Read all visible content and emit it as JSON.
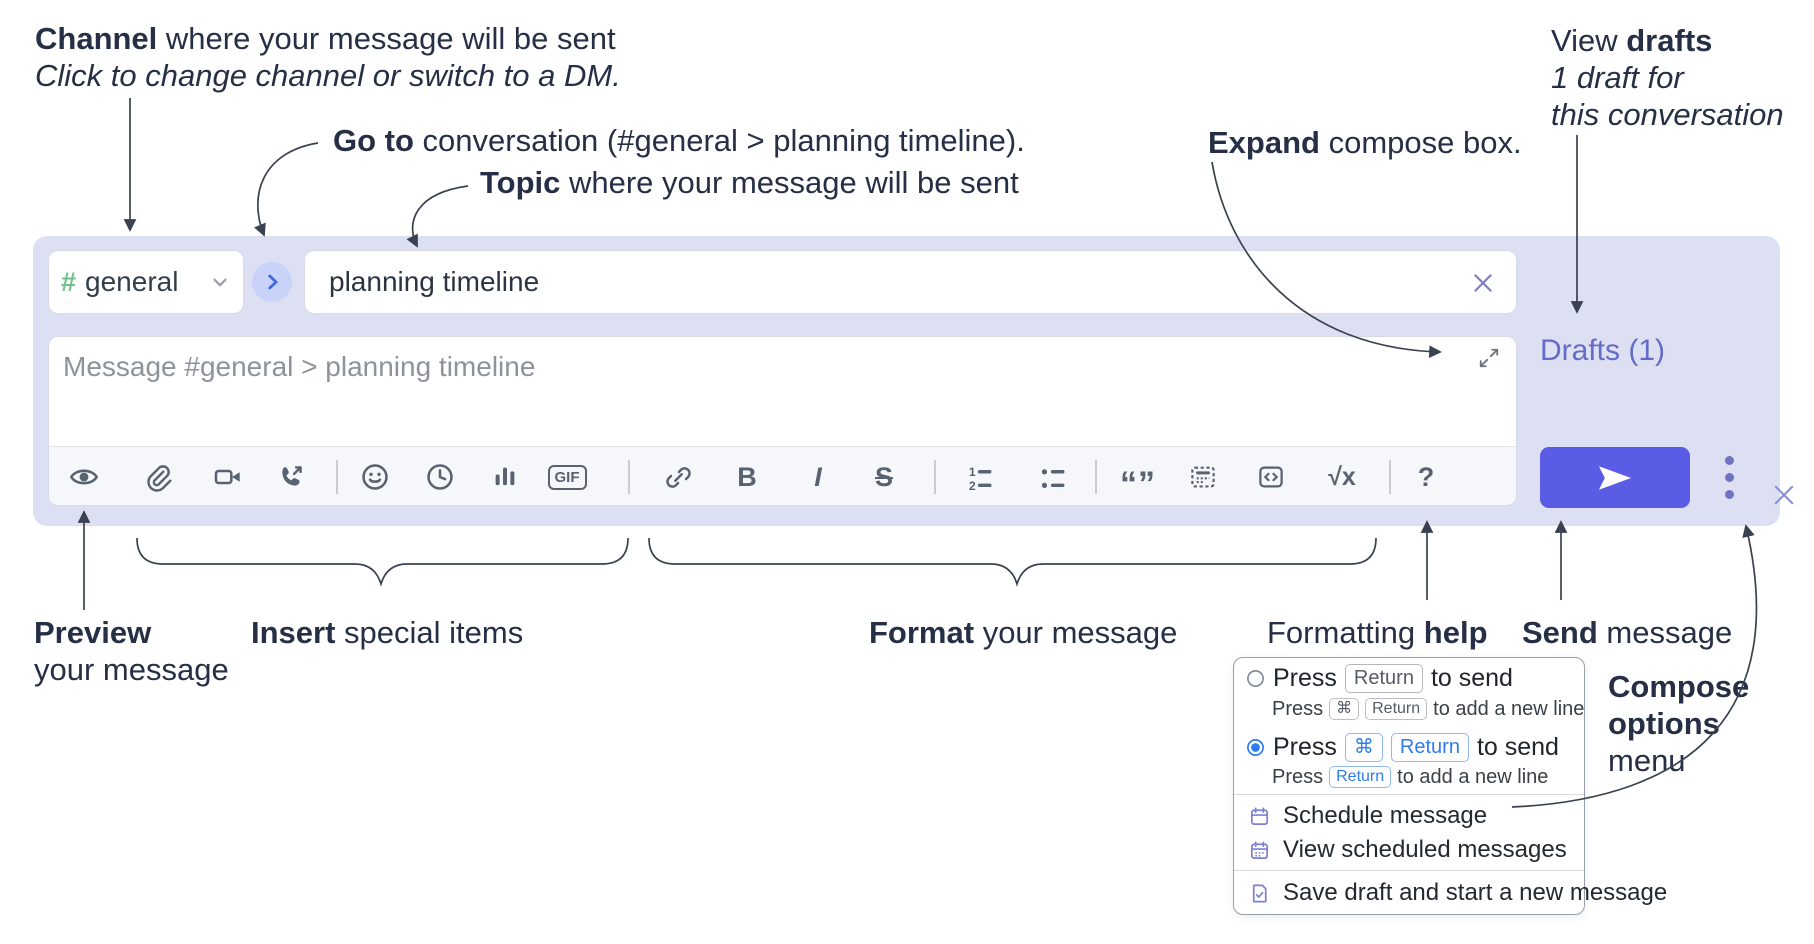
{
  "annotations": {
    "channel": {
      "bold": "Channel",
      "rest": " where your message will be sent",
      "subtitle": "Click to change channel or switch to a DM."
    },
    "go_to": {
      "bold": "Go to",
      "rest": " conversation (#general > planning timeline)."
    },
    "topic": {
      "bold": "Topic",
      "rest": " where your message will be sent"
    },
    "expand": {
      "bold": "Expand",
      "rest": " compose box."
    },
    "view_drafts": {
      "pre": "View ",
      "bold": "drafts",
      "line2": "1 draft for",
      "line3": "this conversation"
    },
    "preview": {
      "bold": "Preview",
      "line2": "your message"
    },
    "insert": {
      "bold": "Insert",
      "rest": " special items"
    },
    "format": {
      "bold": "Format",
      "rest": " your message"
    },
    "formatting_help": {
      "pre": "Formatting ",
      "bold": "help"
    },
    "send": {
      "bold": "Send",
      "rest": " message"
    },
    "compose_options": {
      "line1": "Compose",
      "line2": "options",
      "line3": "menu"
    }
  },
  "compose": {
    "hash": "#",
    "channel_name": "general",
    "topic_value": "planning timeline",
    "message_placeholder": "Message #general > planning timeline",
    "drafts_link": "Drafts (1)",
    "toolbar": {
      "gif": "GIF",
      "bold": "B",
      "italic": "I",
      "strike": "S",
      "math": "√x",
      "help": "?",
      "quote": "“”",
      "ol1": "1",
      "ol2": "2"
    }
  },
  "options_menu": {
    "option1": {
      "press": "Press",
      "key": "Return",
      "suffix": "to send",
      "sub_press": "Press",
      "sub_key1": "⌘",
      "sub_key2": "Return",
      "sub_suffix": "to add a new line"
    },
    "option2": {
      "press": "Press",
      "key1": "⌘",
      "key2": "Return",
      "suffix": "to send",
      "sub_press": "Press",
      "sub_key": "Return",
      "sub_suffix": "to add a new line"
    },
    "items": [
      "Schedule message",
      "View scheduled messages",
      "Save draft and start a new message"
    ]
  },
  "colors": {
    "panel": "#dde0f2",
    "send_button": "#5b5ce6",
    "drafts_link": "#656bc8",
    "hash_green": "#6ec28a",
    "selected_key_blue": "#2e7cf0",
    "menu_icon_purple": "#7b80d2",
    "go_chevron_blue": "#3f68e0",
    "annotation_text": "#262f45"
  }
}
